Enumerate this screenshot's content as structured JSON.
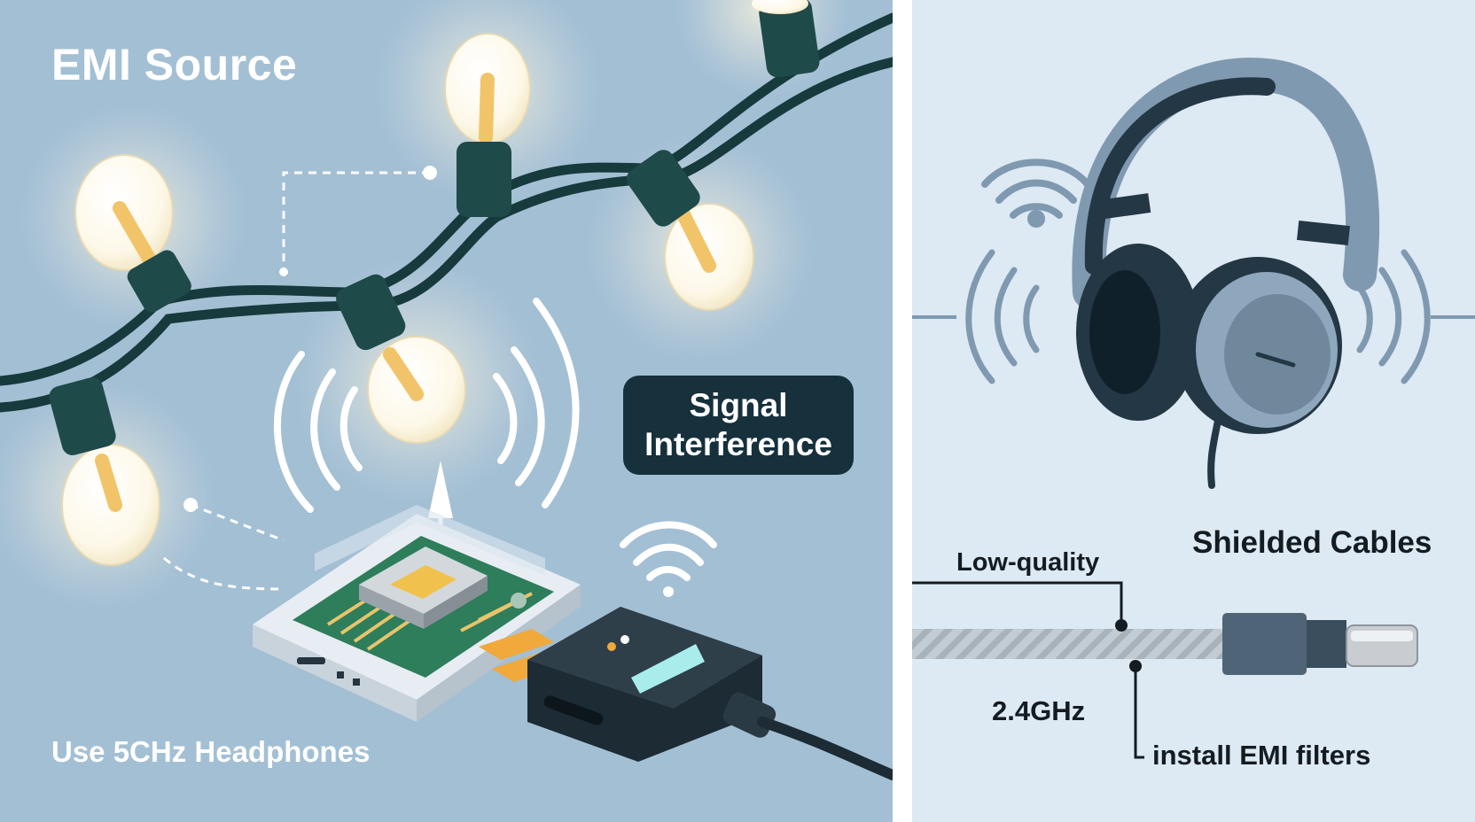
{
  "left_panel": {
    "title": "EMI Source",
    "badge_line1": "Signal",
    "badge_line2": "Interference",
    "bottom_label": "Use 5СHz Headphones"
  },
  "right_panel": {
    "shielded_label": "Shielded Cables",
    "low_quality_label": "Low-quality",
    "frequency_label": "2.4GHz",
    "filter_label": "install EMI filters"
  },
  "colors": {
    "left_bg": "#a3bfd4",
    "right_bg": "#dde9f3",
    "bulb_socket": "#1f4a4a",
    "wire": "#173a3c",
    "filament": "#f2c469",
    "badge_bg": "#16303c",
    "pcb_green": "#2e7d5b",
    "device_dark": "#26353f",
    "headphone_dark": "#243744",
    "headphone_grey": "#7f99b0"
  }
}
